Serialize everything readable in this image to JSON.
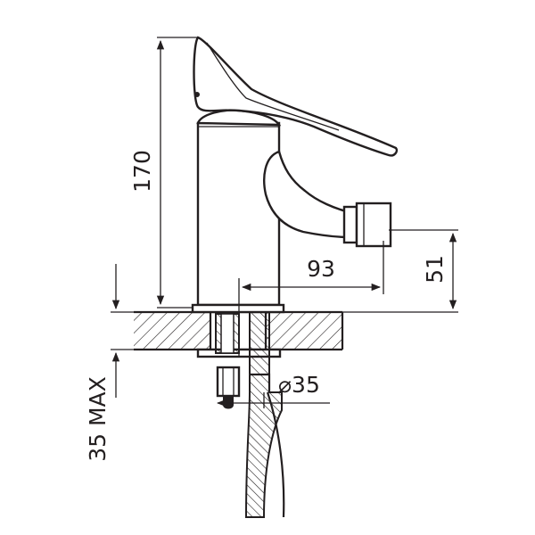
{
  "drawing": {
    "dimensions": {
      "height_total": "170",
      "spout_reach": "93",
      "outlet_height": "51",
      "hole_diameter": "⌀35",
      "max_deck_thickness": "35 MAX"
    },
    "colors": {
      "line": "#231f20",
      "background": "#ffffff"
    }
  }
}
